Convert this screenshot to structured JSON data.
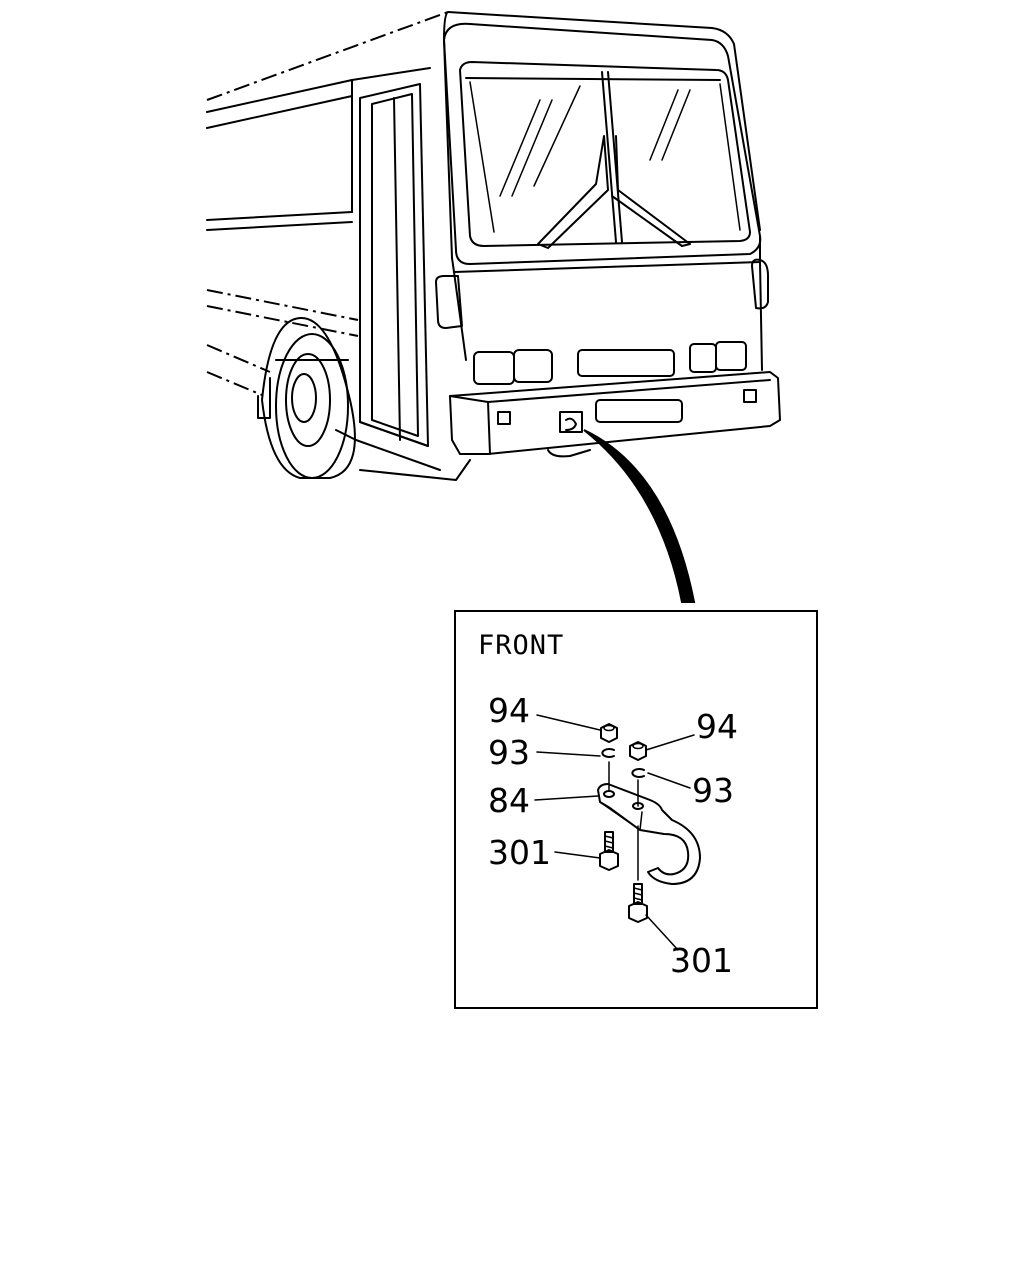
{
  "detail": {
    "view_label": "FRONT",
    "callouts": [
      {
        "id": "nut-left",
        "text": "94"
      },
      {
        "id": "washer-left",
        "text": "93"
      },
      {
        "id": "hook",
        "text": "84"
      },
      {
        "id": "bolt-left",
        "text": "301"
      },
      {
        "id": "nut-right",
        "text": "94"
      },
      {
        "id": "washer-right",
        "text": "93"
      },
      {
        "id": "bolt-right",
        "text": "301"
      }
    ]
  }
}
